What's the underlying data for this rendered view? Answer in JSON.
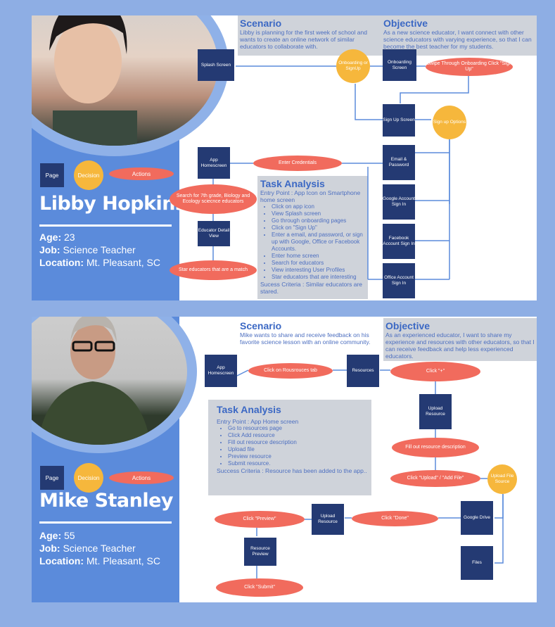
{
  "legend": {
    "page": "Page",
    "decision": "Decision",
    "actions": "Actions"
  },
  "persona1": {
    "name": "Libby Hopkins",
    "age_label": "Age:",
    "age": "23",
    "job_label": "Job:",
    "job": "Science Teacher",
    "location_label": "Location:",
    "location": "Mt. Pleasant, SC",
    "scenario_title": "Scenario",
    "scenario_text": "Libby is planning for the first week of school and wants to create an online network of similar educators to collaborate with.",
    "objective_title": "Objective",
    "objective_text": "As a new science educator, I want connect with other science educators with varying experience, so that I can become the best teacher for my students.",
    "task_title": "Task Analysis",
    "task_entry": "Entry Point : App Icon on Smartphone home screen",
    "task_steps": [
      "Click on app icon",
      "View Splash screen",
      "Go through onboarding pages",
      "Click on \"Sign Up\"",
      "Enter a email, and password, or sign up with Google, Office or Facebook Accounts.",
      "Enter home screen",
      "Search for educators",
      "View interesting User Profiles",
      "Star educators that are interesting"
    ],
    "task_success": "Sucess Criteria : Similar educators are stared.",
    "nodes": {
      "splash": "Splash Screen",
      "onboarding_screen": "Onboarding Screen",
      "signup_screen": "Sign Up Screen",
      "email": "Email & Password",
      "google": "Google Account Sign In",
      "facebook": "Facebook Account Sign In",
      "office": "Office Account Sign In",
      "homescreen": "App Homescreen",
      "detail": "Educator Detail View"
    },
    "decisions": {
      "onboarding": "Onboarding or SignUp",
      "signup_options": "Sign up Options"
    },
    "actions": {
      "swipe": "Swipe Through Onboarding Click \"Sign Up\"",
      "credentials": "Enter Credentials",
      "search": "Search for 7th grade, Biology and Ecology sciecnce educators",
      "star": "Star educators that are a match"
    }
  },
  "persona2": {
    "name": "Mike Stanley",
    "age_label": "Age:",
    "age": "55",
    "job_label": "Job:",
    "job": "Science Teacher",
    "location_label": "Location:",
    "location": "Mt. Pleasant, SC",
    "scenario_title": "Scenario",
    "scenario_text": "Mike wants to share and receive feedback on his favorite science lesson with an online community.",
    "objective_title": "Objective",
    "objective_text": "As an experienced educator, I want  to share my experience and resources with other educators, so that I can receive feedback and help less experienced educators.",
    "task_title": "Task Analysis",
    "task_entry": "Entry Point : App Home screen",
    "task_steps": [
      "Go to resources page",
      "Click Add resource",
      "Fill out resource description",
      "Upload file",
      "Preview resource",
      "Submit resource."
    ],
    "task_success": "Success Criteria : Resource has been added to the app..",
    "nodes": {
      "homescreen": "App Homescreen",
      "resources": "Resources",
      "upload_resource": "Upload Resource",
      "google_drive": "Google Drive",
      "files": "Files",
      "upload_resource2": "Upload Resource",
      "preview": "Resource Preview"
    },
    "decisions": {
      "upload_source": "Upload File Source"
    },
    "actions": {
      "click_resources": "Click on Rousrouces tab",
      "click_plus": "Click \"+\"",
      "fill_out": "Fill out resource description",
      "click_upload": "Click \"Upload\" / \"Add File\"",
      "click_done": "Click \"Done\"",
      "click_preview": "Click \"Preview\"",
      "click_submit": "Click \"Submit\""
    }
  }
}
